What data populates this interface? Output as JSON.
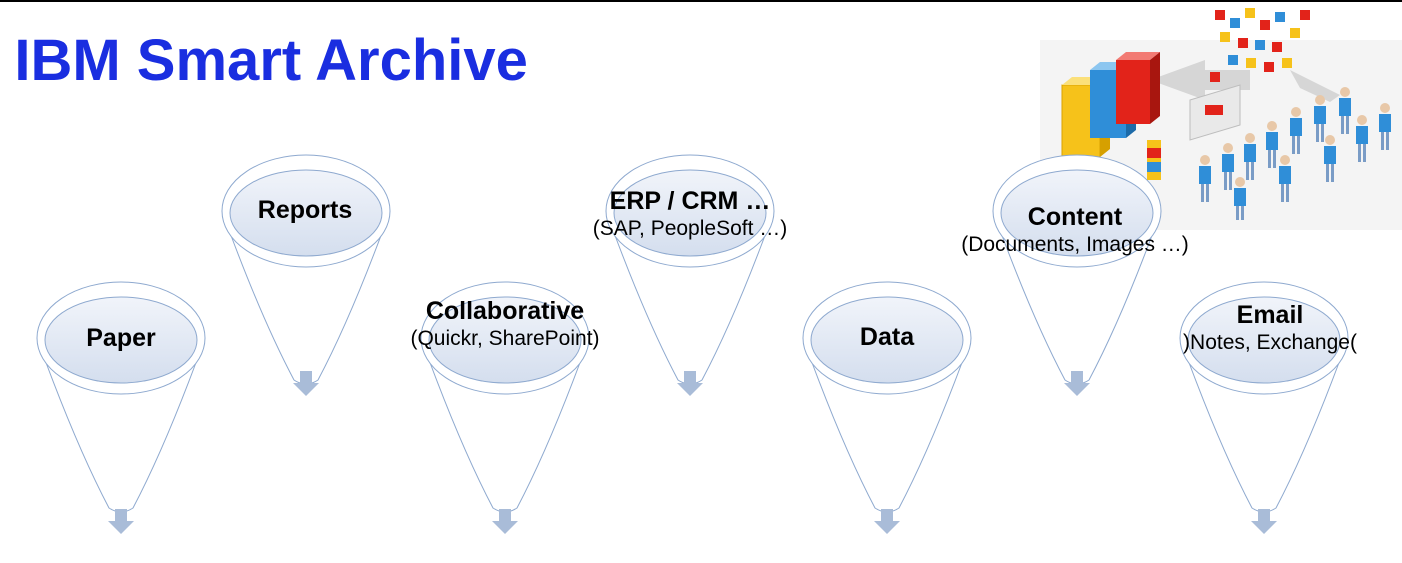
{
  "slide": {
    "title": "a IBM Smart Archive",
    "colors": {
      "title": "#1a2ee0",
      "funnel_stroke": "#8ea9cf",
      "funnel_top_fill": "#dfe7f3",
      "arrow": "#a9bcd8"
    }
  },
  "funnels": [
    {
      "name": "Paper",
      "sub": ""
    },
    {
      "name": "Reports",
      "sub": ""
    },
    {
      "name": "Collaborative",
      "sub": "(Quickr, SharePoint)"
    },
    {
      "name": "ERP / CRM …",
      "sub": "(SAP, PeopleSoft …)"
    },
    {
      "name": "Data",
      "sub": ""
    },
    {
      "name": "Content",
      "sub": "(Documents, Images …)"
    },
    {
      "name": "Email",
      "sub": ")Notes, Exchange("
    }
  ],
  "illustration": {
    "icon": "data-cubes-and-people-icon"
  }
}
